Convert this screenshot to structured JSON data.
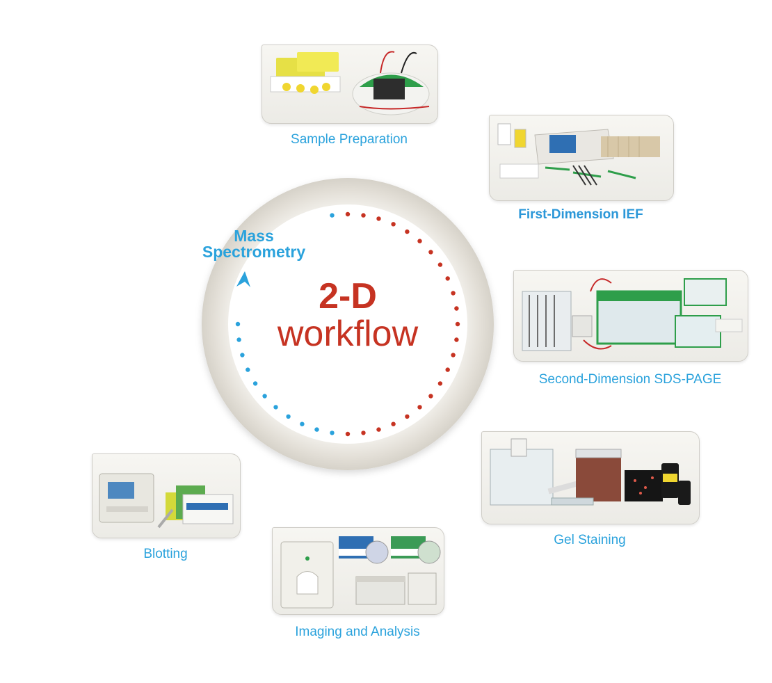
{
  "center": {
    "line1": "2-D",
    "line2": "workflow",
    "colors": {
      "title": "#c63322",
      "dots_red": "#c63322",
      "dots_blue": "#2aa2dc",
      "ring": "#e4e1da"
    }
  },
  "mass_spectrometry": {
    "line1": "Mass",
    "line2": "Spectrometry"
  },
  "steps": [
    {
      "label": "Sample Preparation"
    },
    {
      "label": "First-Dimension IEF"
    },
    {
      "label": "Second-Dimension SDS-PAGE"
    },
    {
      "label": "Gel Staining"
    },
    {
      "label": "Imaging and Analysis"
    },
    {
      "label": "Blotting"
    }
  ],
  "colors": {
    "label": "#2aa2dc",
    "card_border": "#cfcdc7",
    "equipment_green": "#2e9e4a"
  }
}
